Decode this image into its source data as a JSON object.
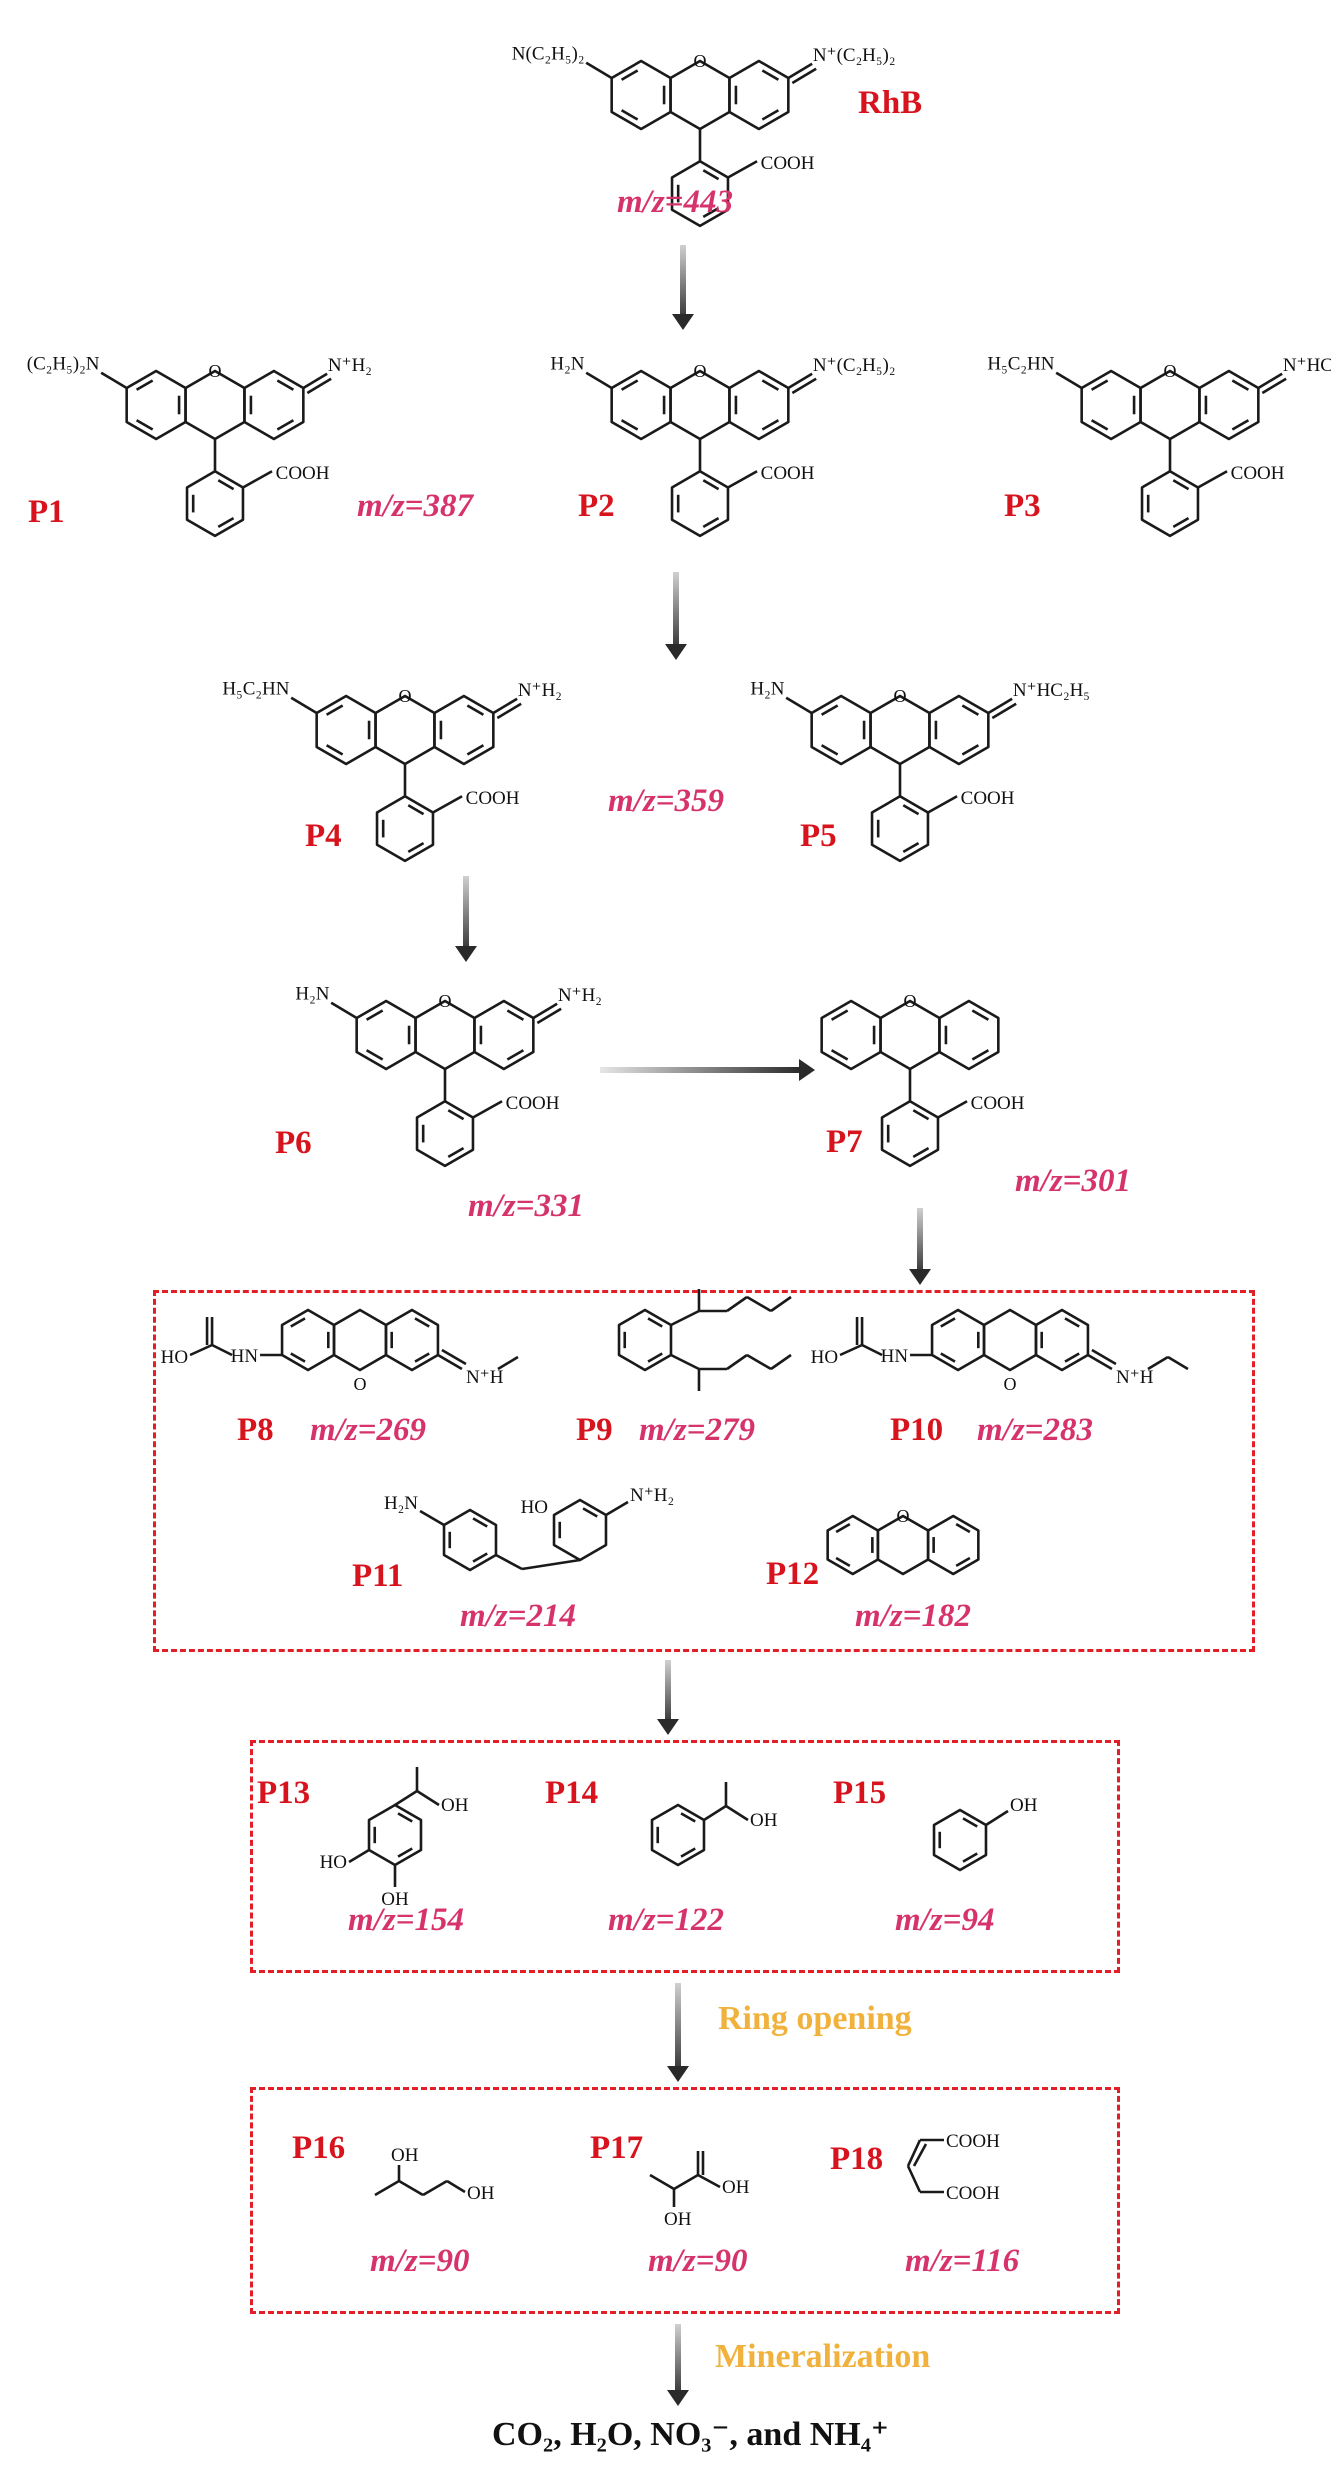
{
  "compounds": {
    "RhB": {
      "label": "RhB",
      "mz": "m/z=443"
    },
    "P1": {
      "label": "P1"
    },
    "P2": {
      "label": "P2"
    },
    "P3": {
      "label": "P3"
    },
    "P1_P3": {
      "mz": "m/z=387"
    },
    "P4": {
      "label": "P4"
    },
    "P5": {
      "label": "P5"
    },
    "P4_P5": {
      "mz": "m/z=359"
    },
    "P6": {
      "label": "P6",
      "mz": "m/z=331"
    },
    "P7": {
      "label": "P7",
      "mz": "m/z=301"
    },
    "P8": {
      "label": "P8",
      "mz": "m/z=269"
    },
    "P9": {
      "label": "P9",
      "mz": "m/z=279"
    },
    "P10": {
      "label": "P10",
      "mz": "m/z=283"
    },
    "P11": {
      "label": "P11",
      "mz": "m/z=214"
    },
    "P12": {
      "label": "P12",
      "mz": "m/z=182"
    },
    "P13": {
      "label": "P13",
      "mz": "m/z=154"
    },
    "P14": {
      "label": "P14",
      "mz": "m/z=122"
    },
    "P15": {
      "label": "P15",
      "mz": "m/z=94"
    },
    "P16": {
      "label": "P16",
      "mz": "m/z=90"
    },
    "P17": {
      "label": "P17",
      "mz": "m/z=90"
    },
    "P18": {
      "label": "P18",
      "mz": "m/z=116"
    }
  },
  "steps": {
    "ring_opening": "Ring opening",
    "mineralization": "Mineralization"
  },
  "groups": {
    "NEt2": "N(C₂H₅)₂",
    "NEt2_plus": "N⁺(C₂H₅)₂",
    "NH2": "NH₂",
    "NH2_plus": "N⁺H₂",
    "H2N": "H₂N",
    "Et2N_left": "(C₂H₅)₂N",
    "EtNH": "H₅C₂HN",
    "NHEt_plus": "N⁺HC₂H₅",
    "COOH": "COOH",
    "HO": "HO",
    "OH": "OH",
    "HN": "HN",
    "NH_plus": "N⁺H",
    "O": "O"
  },
  "final_products": "CO₂, H₂O, NO₃⁻, and NH₄⁺",
  "colors": {
    "label": "#d7141d",
    "mz": "#d6336c",
    "step": "#f0b23c",
    "box": "#e21e26",
    "bond": "#1a1a1a"
  }
}
